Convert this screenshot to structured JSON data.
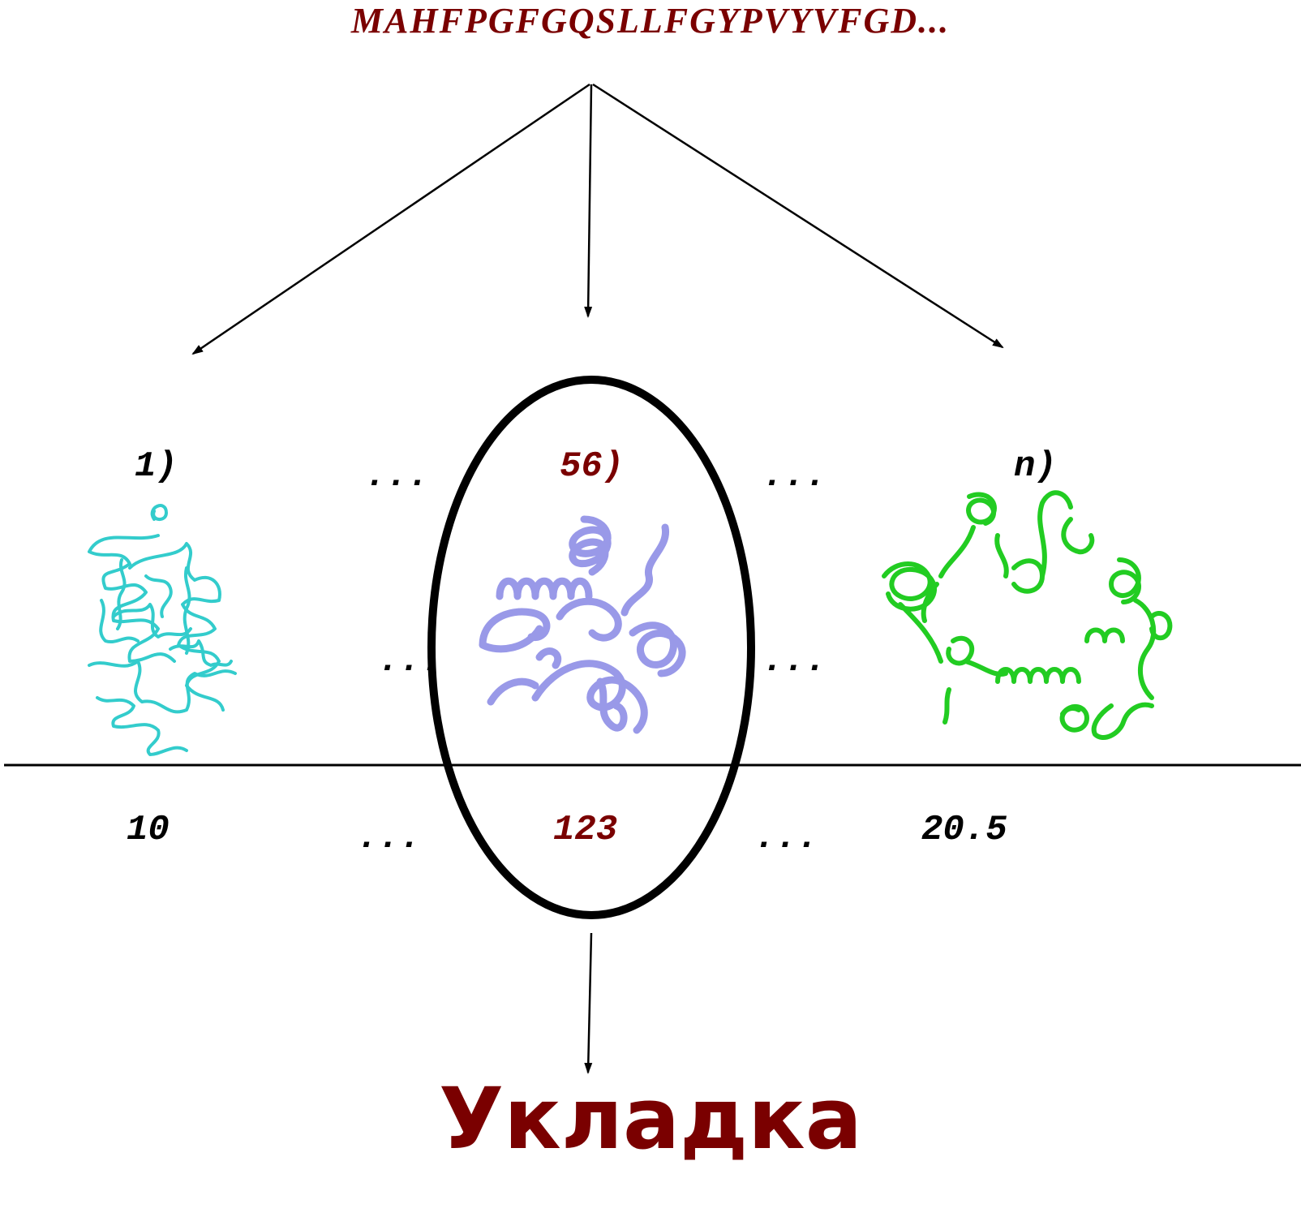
{
  "sequence": "MAHFPGFGQSLLFGYPVYVFGD...",
  "models": {
    "first": {
      "label": "1)",
      "score": "10"
    },
    "selected": {
      "label": "56)",
      "score": "123"
    },
    "last": {
      "label": "n)",
      "score": "20.5"
    },
    "ellipsis": "..."
  },
  "result": "Укладка",
  "colors": {
    "accent": "#7a0000",
    "cyan_structure": "#33cccc",
    "blue_structure": "#8f8fe6",
    "green_structure": "#22cc22"
  }
}
